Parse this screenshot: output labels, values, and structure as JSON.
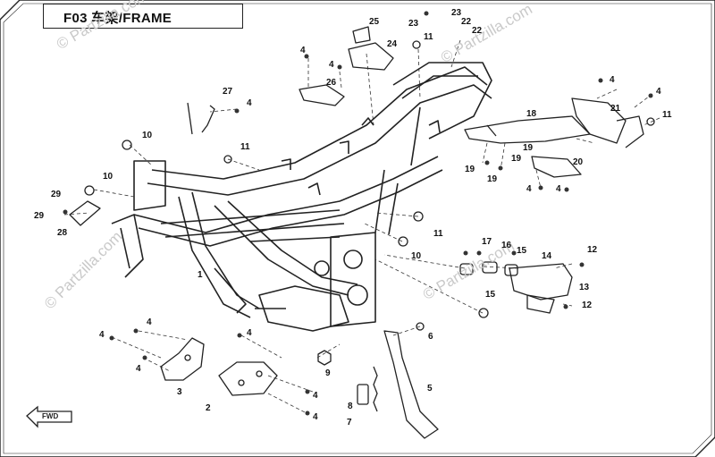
{
  "title": "F03  车架/FRAME",
  "watermark": "© Partzilla.com",
  "fwd_label": "FWD",
  "callouts": [
    "1",
    "2",
    "3",
    "4",
    "4",
    "4",
    "4",
    "4",
    "4",
    "4",
    "4",
    "4",
    "4",
    "4",
    "4",
    "4",
    "5",
    "6",
    "7",
    "8",
    "9",
    "10",
    "10",
    "10",
    "11",
    "11",
    "11",
    "11",
    "12",
    "12",
    "13",
    "14",
    "15",
    "15",
    "16",
    "17",
    "18",
    "19",
    "19",
    "19",
    "19",
    "20",
    "21",
    "22",
    "22",
    "23",
    "23",
    "24",
    "25",
    "26",
    "27",
    "28",
    "29",
    "29"
  ]
}
